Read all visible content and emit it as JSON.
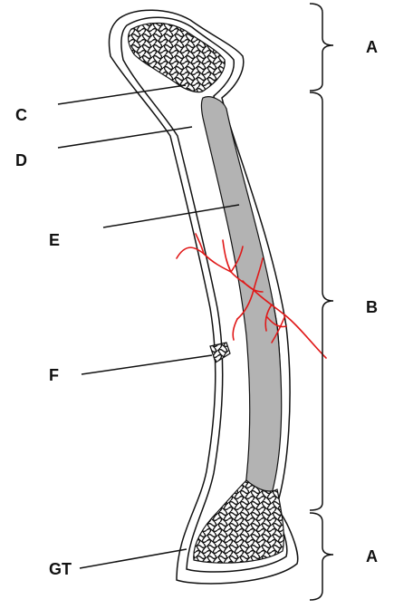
{
  "labels": {
    "a_top": "A",
    "b": "B",
    "a_bottom": "A",
    "c": "C",
    "d": "D",
    "e": "E",
    "f": "F",
    "gt": "GT"
  },
  "colors": {
    "ink": "#111111",
    "marrow": "#b3b3b3",
    "vessels": "#e01818",
    "background": "#ffffff"
  }
}
